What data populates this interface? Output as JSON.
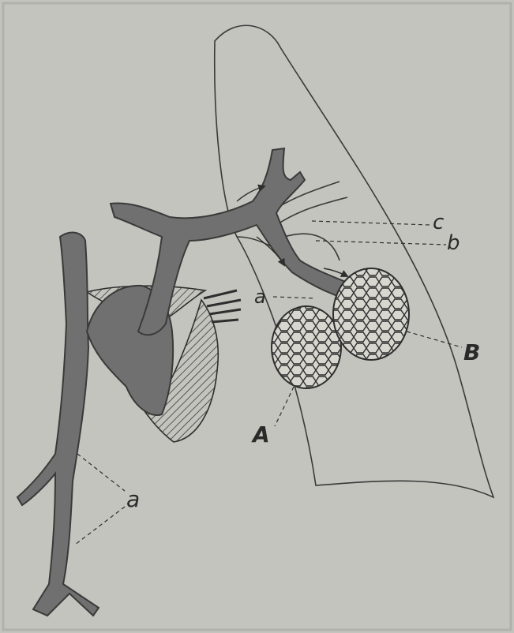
{
  "labels": {
    "c": "c",
    "b": "b",
    "a_upper": "a",
    "B": "B",
    "A": "A",
    "a_lower": "a"
  },
  "colors": {
    "paper": "#c3c4bd",
    "ink": "#2e2e2e",
    "vessel": "#707070",
    "alveolus": "#d7d6cf"
  }
}
